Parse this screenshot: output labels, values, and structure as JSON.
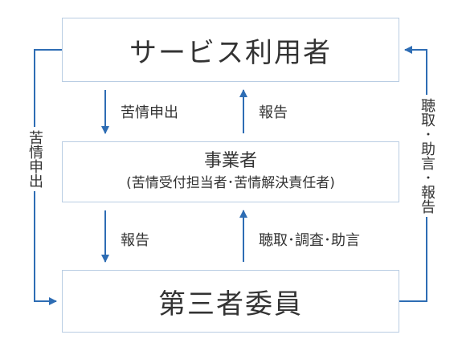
{
  "boxes": {
    "users": "サービス利用者",
    "provider_title": "事業者",
    "provider_sub": "(苦情受付担当者･苦情解決責任者)",
    "committee": "第三者委員"
  },
  "arrows": {
    "complaint_top": "苦情申出",
    "report_top": "報告",
    "report_bottom": "報告",
    "hearing_bottom": "聴取･調査･助言",
    "left_side": "苦情申出",
    "right_side": "聴取･助言･報告"
  },
  "colors": {
    "arrow": "#2e6db4",
    "box_border": "#b9cde3",
    "text": "#333333"
  }
}
